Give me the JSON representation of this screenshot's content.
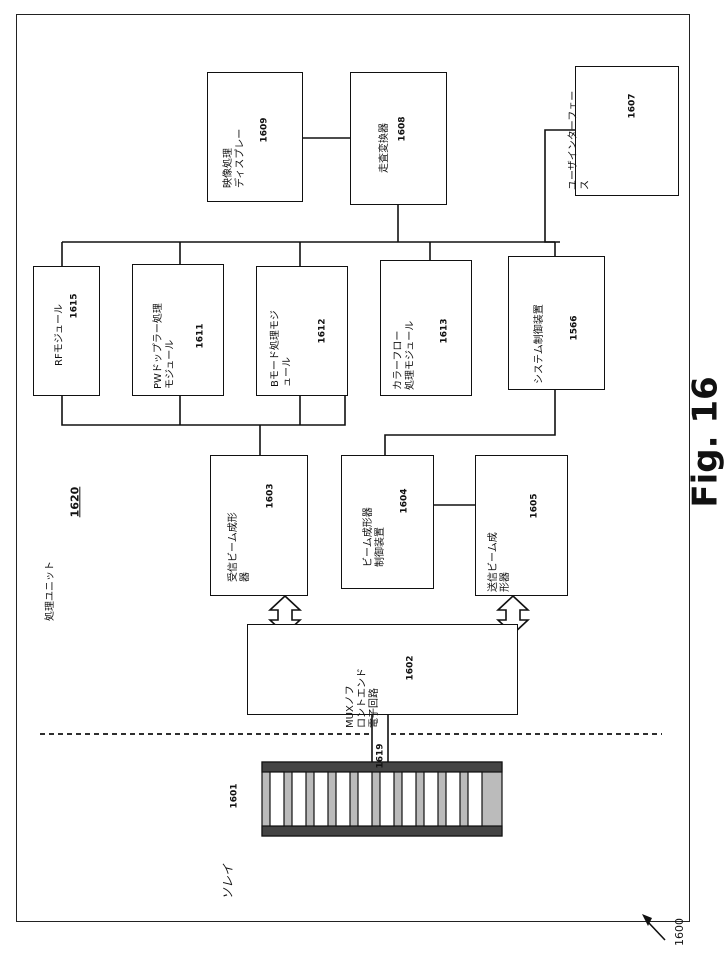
{
  "figure": {
    "label": "Fig. 16",
    "ref": "1600"
  },
  "processing_unit": {
    "label": "処理ユニット",
    "ref": "1620"
  },
  "array": {
    "label": "ソレイ",
    "ref": "1601",
    "port_ref": "1619"
  },
  "blocks": {
    "image_display": {
      "line1": "映像処理",
      "line2": "ディスプレー",
      "ref": "1609"
    },
    "scan_converter": {
      "line1": "走査変換器",
      "ref": "1608"
    },
    "user_interface": {
      "line1": "ユーザインターフェー",
      "line2": "ス",
      "ref": "1607"
    },
    "rf_module": {
      "line1": "RFモジュール",
      "ref": "1615"
    },
    "pw_doppler": {
      "line1": "PWドップラー処理",
      "line2": "モジュール",
      "ref": "1611"
    },
    "b_mode": {
      "line1": "Bモード処理モジ",
      "line2": "ュール",
      "ref": "1612"
    },
    "color_flow": {
      "line1": "カラーフロー",
      "line2": "処理モジュール",
      "ref": "1613"
    },
    "system_controller": {
      "line1": "システム制御装置",
      "ref": "1566"
    },
    "rx_beamformer": {
      "line1": "受信ビーム成形",
      "line2": "器",
      "ref": "1603"
    },
    "beamformer_ctrl": {
      "line1": "ビーム成形器",
      "line2": "制御装置",
      "ref": "1604"
    },
    "tx_beamformer": {
      "line1": "送信ビーム成",
      "line2": "形器",
      "ref": "1605"
    },
    "mux_frontend": {
      "line1": "MUXノフ",
      "line2": "ロントエンド",
      "line3": "電子回路",
      "ref": "1602"
    }
  }
}
